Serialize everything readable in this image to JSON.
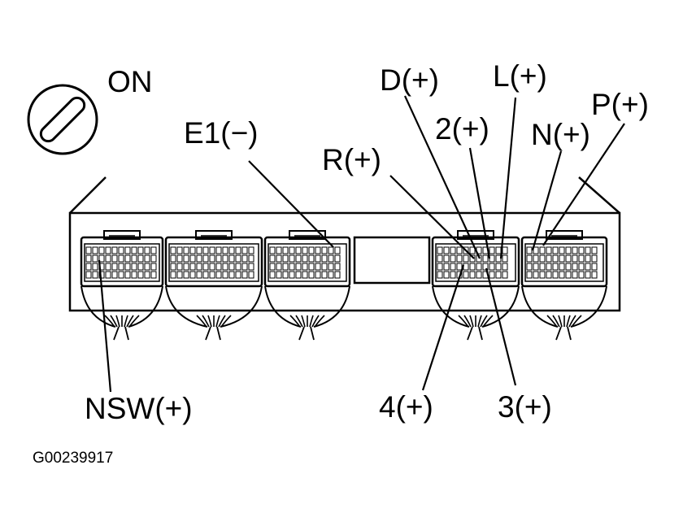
{
  "labels": {
    "on": "ON",
    "e1": "E1(−)",
    "r": "R(+)",
    "d": "D(+)",
    "l": "L(+)",
    "two": "2(+)",
    "n": "N(+)",
    "p": "P(+)",
    "nsw": "NSW(+)",
    "four": "4(+)",
    "three": "3(+)"
  },
  "figure_id": "G00239917",
  "colors": {
    "ink": "#000000",
    "paper": "#ffffff"
  }
}
